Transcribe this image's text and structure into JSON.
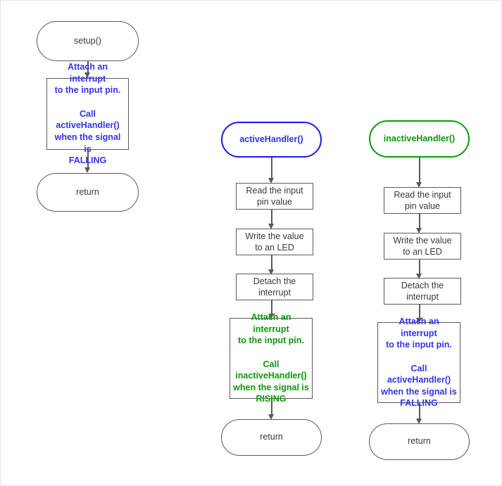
{
  "diagram": {
    "title": "Arduino interrupt handler flowchart",
    "colors": {
      "stroke": "#5a5a5a",
      "blue": "#3333ee",
      "green": "#0a9a0a",
      "background": "#ffffff"
    },
    "columns": [
      {
        "id": "setup",
        "start_label": "setup()",
        "start_accent": "default",
        "steps": [
          "Attach an interrupt\nto the input pin.\n\nCall\nactiveHandler()\nwhen the signal is\nFALLING"
        ],
        "end_label": "return"
      },
      {
        "id": "active-handler",
        "start_label": "activeHandler()",
        "start_accent": "blue",
        "steps": [
          "Read the input\npin value",
          "Write the value\nto an LED",
          "Detach the\ninterrupt",
          "Attach an interrupt\nto the input pin.\n\nCall\ninactiveHandler()\nwhen the signal is\nRISING"
        ],
        "end_label": "return"
      },
      {
        "id": "inactive-handler",
        "start_label": "inactiveHandler()",
        "start_accent": "green",
        "steps": [
          "Read the input\npin value",
          "Write the value\nto an LED",
          "Detach the\ninterrupt",
          "Attach an interrupt\nto the input pin.\n\nCall\nactiveHandler()\nwhen the signal is\nFALLING"
        ],
        "end_label": "return"
      }
    ]
  }
}
